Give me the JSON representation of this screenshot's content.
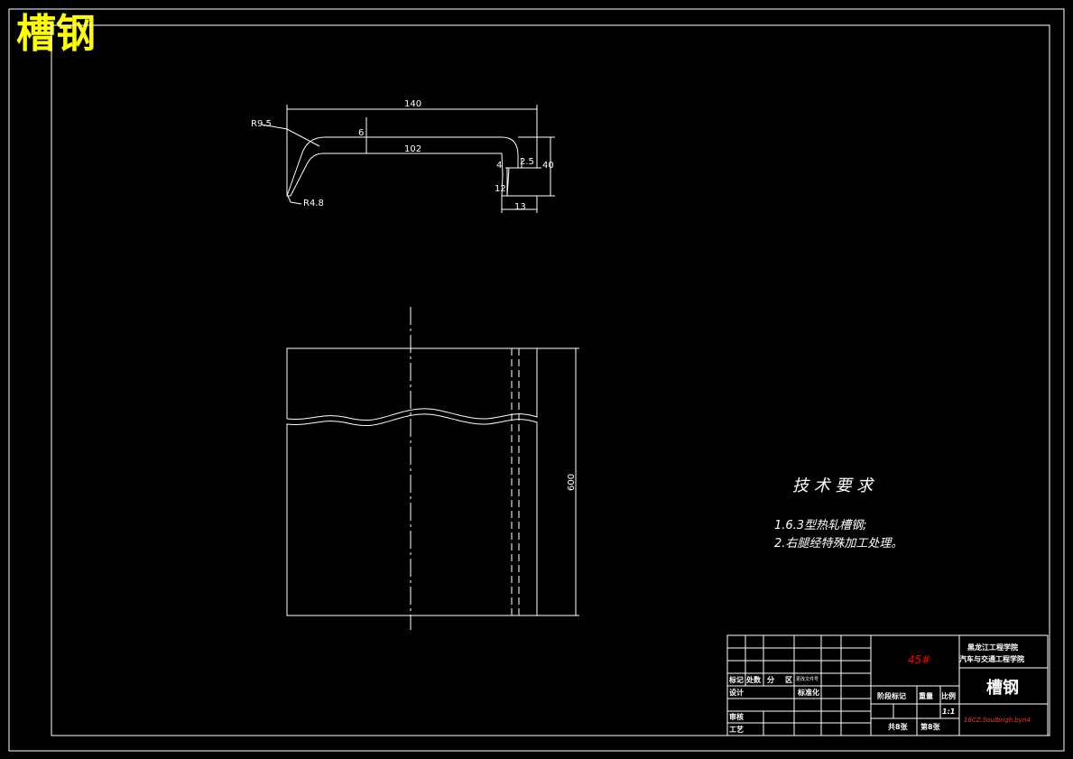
{
  "title": "槽钢",
  "dimensions": {
    "d140": "140",
    "d102": "102",
    "d6": "6",
    "r95": "R9.5",
    "r48": "R4.8",
    "d4": "4",
    "d25": "2.5",
    "d40": "40",
    "d12": "12",
    "d13": "13",
    "d600": "600"
  },
  "tech": {
    "heading": "技 术 要 求",
    "item1": "1.6.3型热轧槽钢;",
    "item2": "2.右腿经特殊加工处理。"
  },
  "titleblock": {
    "material": "45#",
    "school1": "黑龙江工程学院",
    "school2": "汽车与交通工程学院",
    "part_name": "槽钢",
    "row1_a": "标记",
    "row1_b": "处数",
    "row1_c": "分",
    "row1_d": "区",
    "row1_e": "更改文件号",
    "design": "设计",
    "standard": "标准化",
    "stage": "阶段标记",
    "weight": "重量",
    "scale_label": "比例",
    "scale": "1:1",
    "review": "审核",
    "craft": "工艺",
    "total": "共8张",
    "sheet": "第8张",
    "watermark": "16CZ.Soulbrigh.byn4"
  },
  "colors": {
    "line": "#ffffff",
    "title": "#ffff00",
    "material": "#ff0000"
  }
}
